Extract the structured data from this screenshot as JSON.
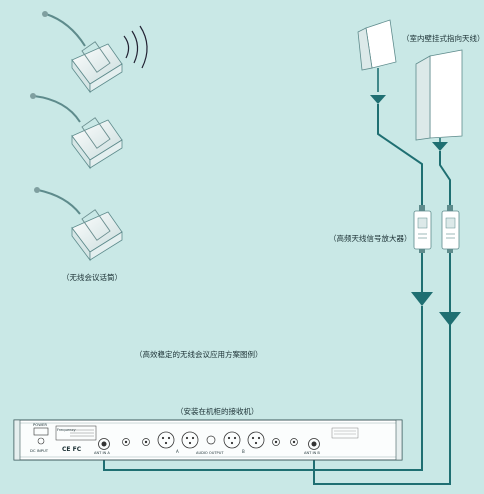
{
  "labels": {
    "indoor_antenna": "（室内壁挂式指向天线）",
    "amplifier": "（高频天线信号放大器）",
    "mic": "（无线会议话筒）",
    "scheme": "（高效稳定的无线会议应用方案图例）",
    "receiver": "（安装在机柜的接收机）"
  },
  "receiver_panel": {
    "frequency": "Frequency",
    "power": "POWER",
    "dc_input": "DC INPUT",
    "cert": "CE FC",
    "ant_a": "ANT IN A",
    "ant_b": "ANT IN B",
    "audio_output": "AUDIO OUTPUT",
    "ch_a": "A",
    "ch_b": "B"
  },
  "colors": {
    "background": "#c9e8e6",
    "cable": "#1f6f72",
    "device": "#ffffff",
    "device_edge": "#5e8b8c"
  }
}
